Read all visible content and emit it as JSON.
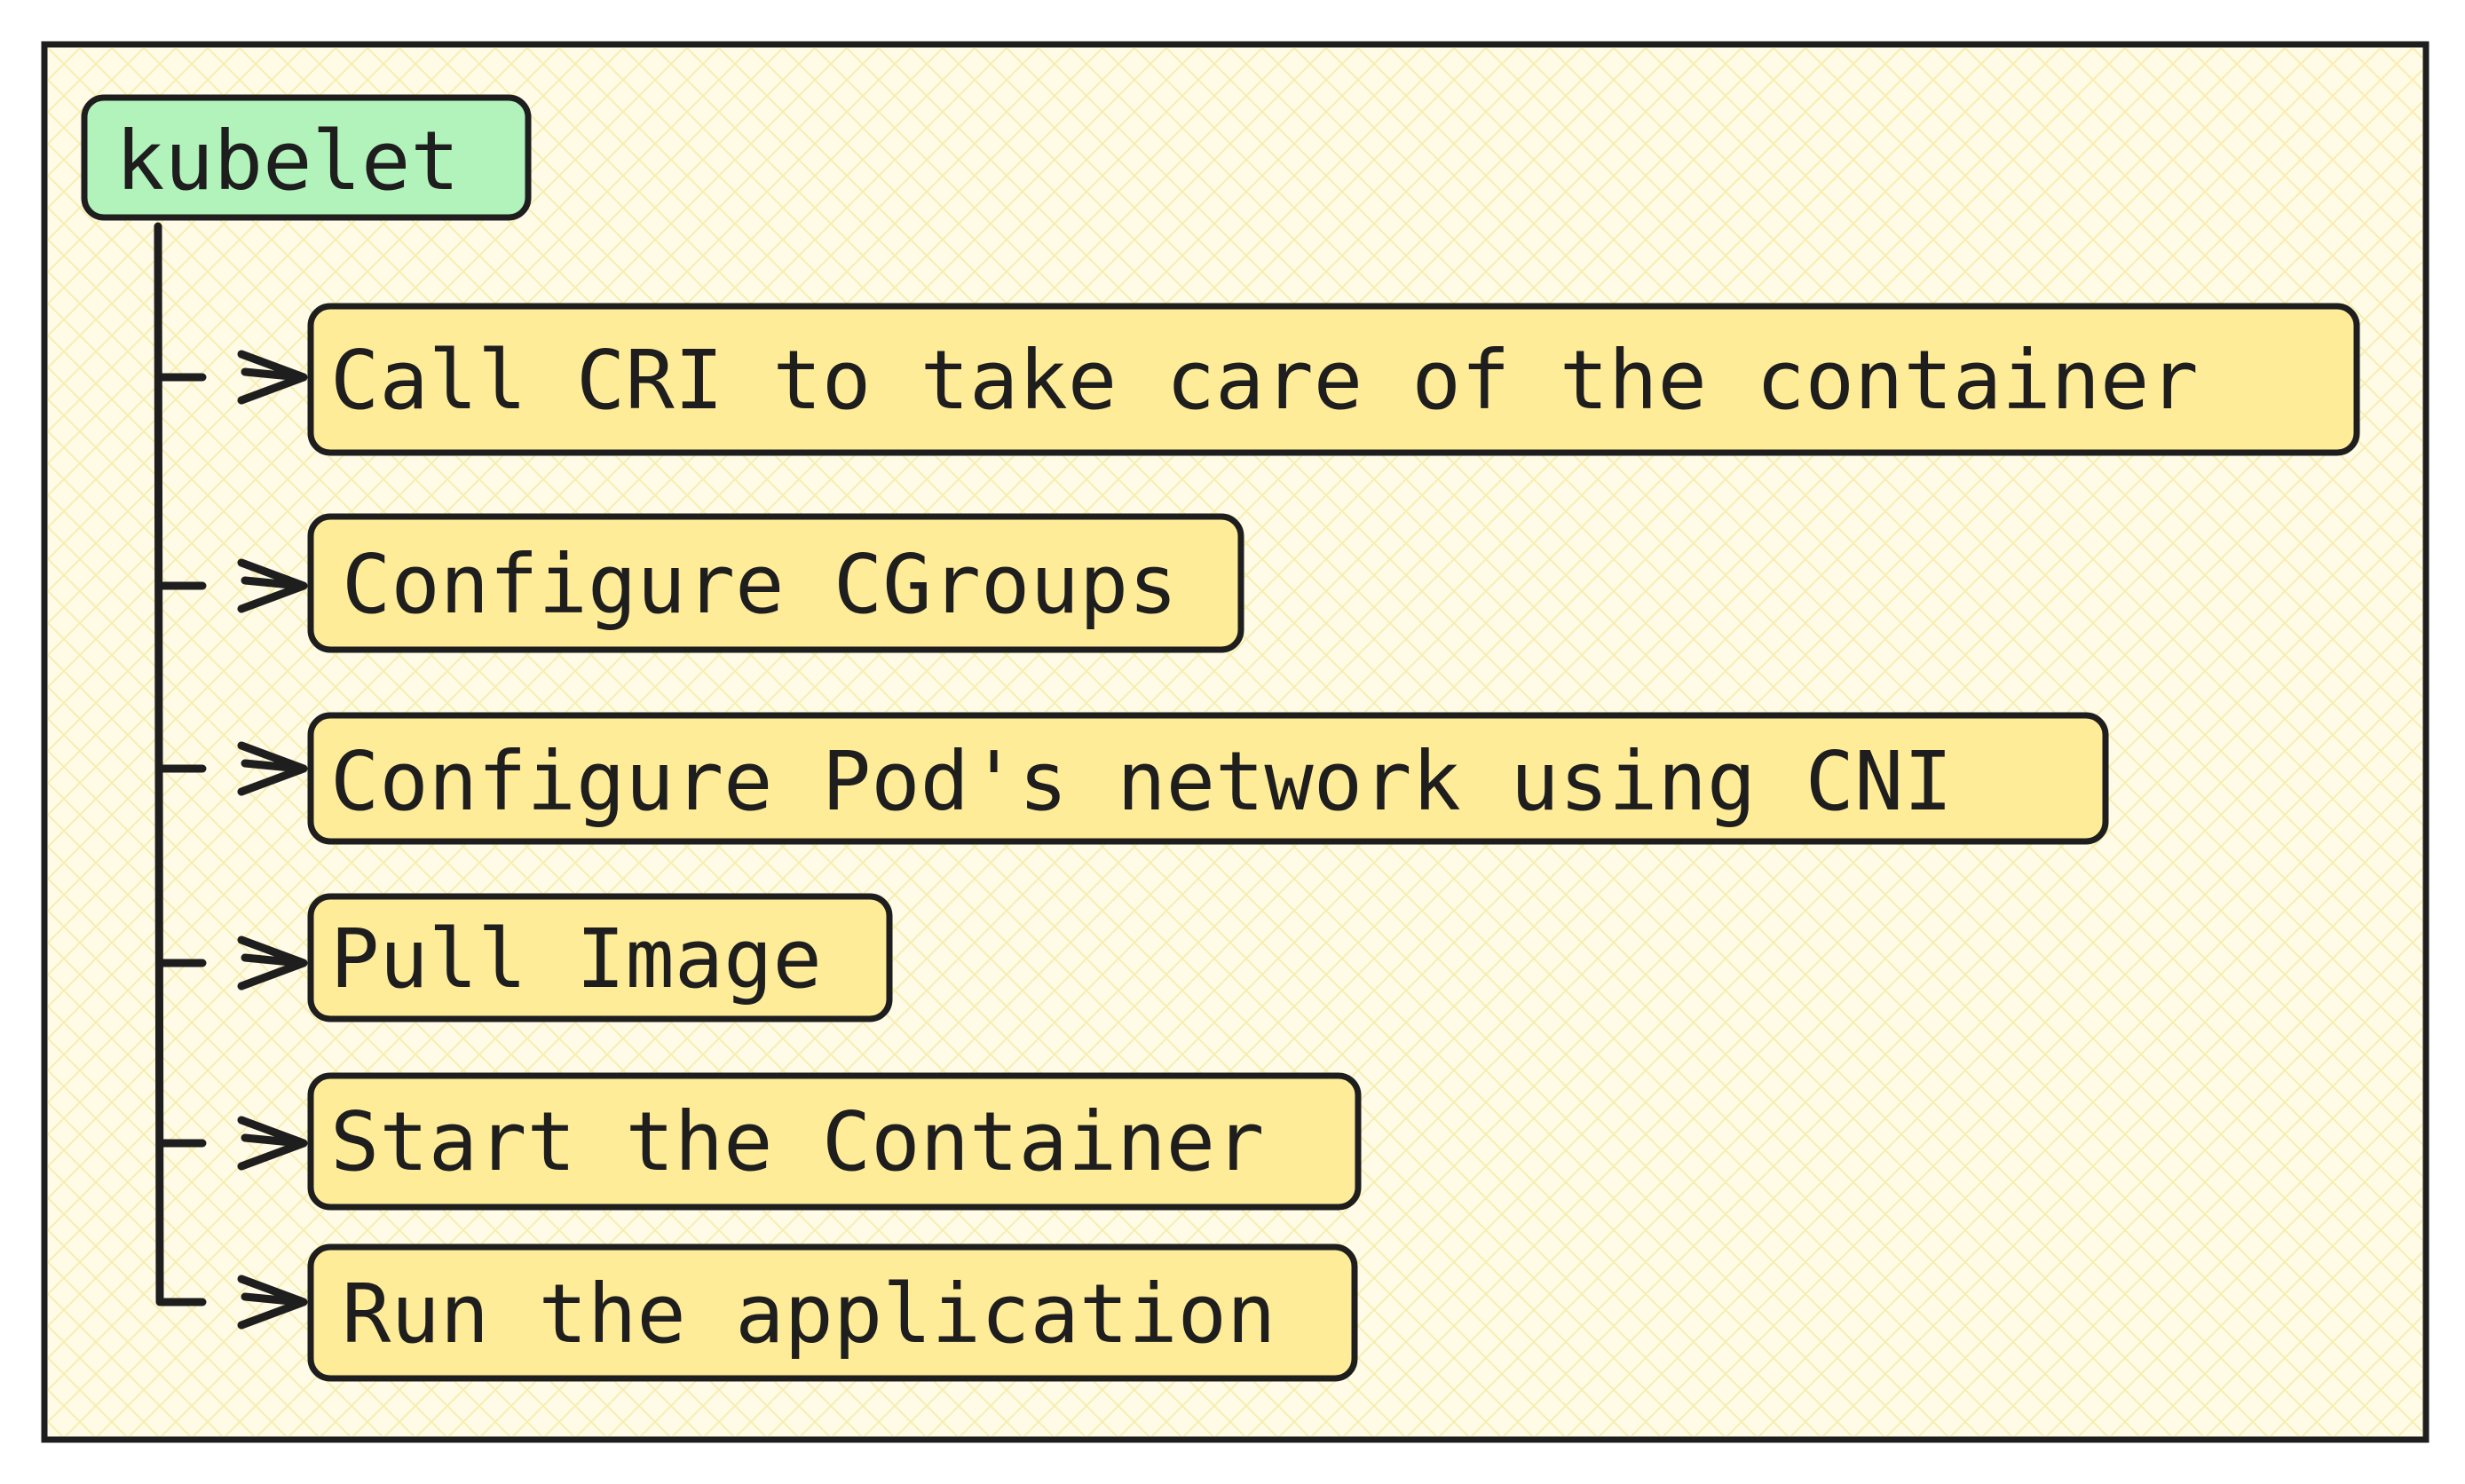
{
  "colors": {
    "frame_background": "#fffbe6",
    "hatch": "#f7eeb0",
    "stroke": "#1e1e1e",
    "root_fill": "#b2f2bb",
    "step_fill": "#ffec99"
  },
  "root": {
    "label": "kubelet"
  },
  "steps": [
    {
      "label": "Call CRI to take care of the container"
    },
    {
      "label": "Configure CGroups"
    },
    {
      "label": "Configure Pod's network using CNI"
    },
    {
      "label": "Pull Image"
    },
    {
      "label": "Start the Container"
    },
    {
      "label": "Run the application"
    }
  ]
}
